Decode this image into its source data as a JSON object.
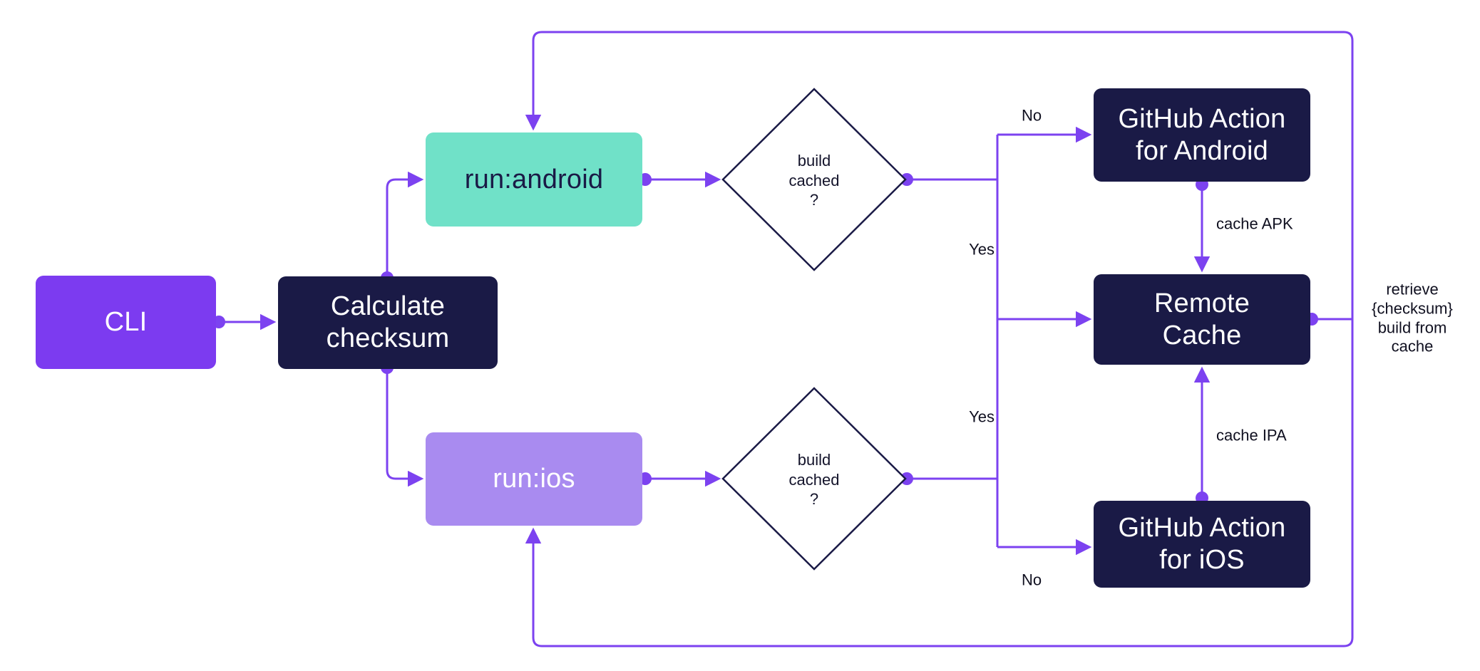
{
  "colors": {
    "background": "#FFFFFF",
    "navy": "#1A1A46",
    "violet": "#7C3BF0",
    "teal": "#70E1C8",
    "lavender": "#A98BF0",
    "connector": "#7C42F0",
    "label-ink": "#101020"
  },
  "nodes": {
    "cli": {
      "label": "CLI"
    },
    "calculate_checksum": {
      "label": "Calculate\nchecksum"
    },
    "run_android": {
      "label": "run:android"
    },
    "run_ios": {
      "label": "run:ios"
    },
    "decision_android": {
      "label": "build\ncached\n?"
    },
    "decision_ios": {
      "label": "build\ncached\n?"
    },
    "github_action_android": {
      "label": "GitHub Action\nfor Android"
    },
    "remote_cache": {
      "label": "Remote\nCache"
    },
    "github_action_ios": {
      "label": "GitHub Action\nfor iOS"
    }
  },
  "edge_labels": {
    "no_android": "No",
    "yes_android": "Yes",
    "yes_ios": "Yes",
    "no_ios": "No",
    "cache_apk": "cache APK",
    "cache_ipa": "cache IPA",
    "retrieve_from_cache": "retrieve\n{checksum}\nbuild from\ncache"
  }
}
